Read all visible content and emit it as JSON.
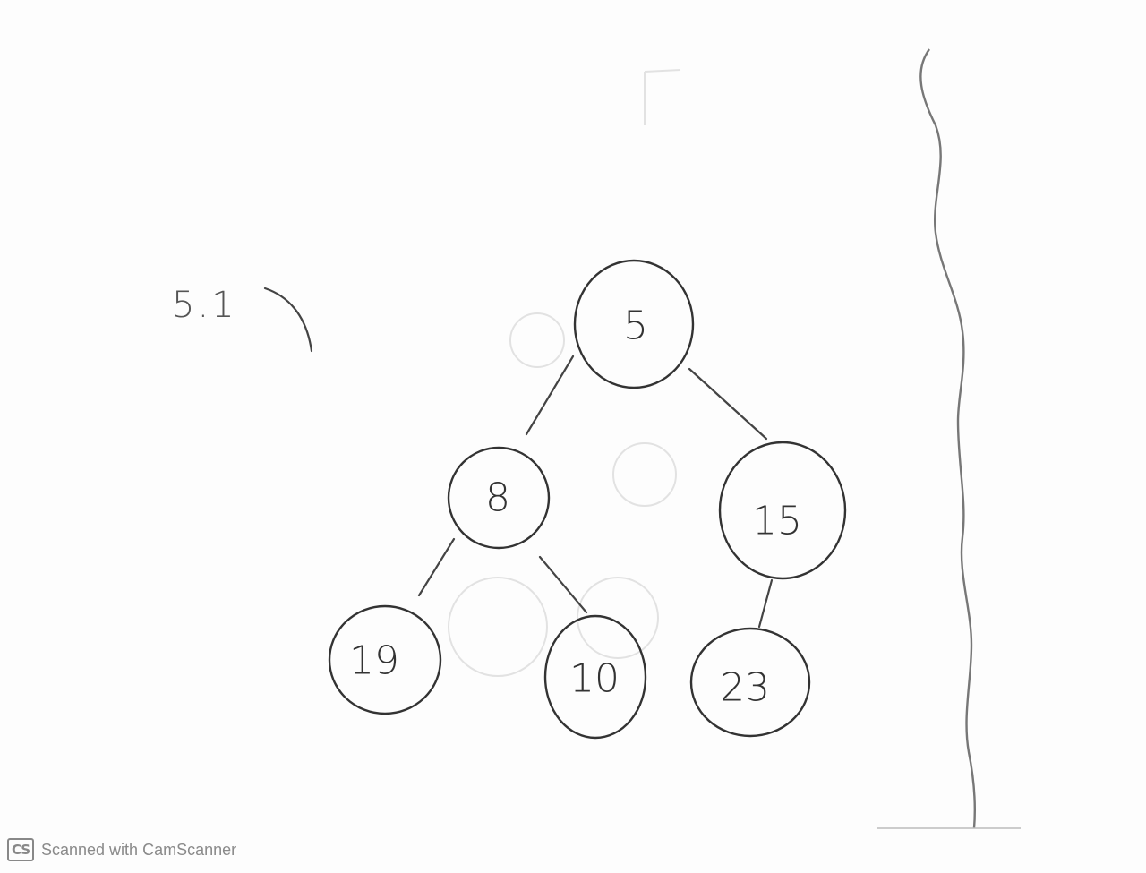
{
  "problem": {
    "label": "5.1"
  },
  "tree": {
    "nodes": [
      {
        "id": "n5",
        "label": "5"
      },
      {
        "id": "n8",
        "label": "8"
      },
      {
        "id": "n15",
        "label": "15"
      },
      {
        "id": "n19",
        "label": "19"
      },
      {
        "id": "n10",
        "label": "10"
      },
      {
        "id": "n23",
        "label": "23"
      }
    ],
    "edges": [
      {
        "from": "n5",
        "to": "n8"
      },
      {
        "from": "n5",
        "to": "n15"
      },
      {
        "from": "n8",
        "to": "n19"
      },
      {
        "from": "n8",
        "to": "n10"
      },
      {
        "from": "n15",
        "to": "n23"
      }
    ]
  },
  "watermark": {
    "logo": "CS",
    "text": "Scanned with CamScanner"
  },
  "colors": {
    "ink": "#333333",
    "pencil": "#777777",
    "paper": "#fdfdfd"
  }
}
